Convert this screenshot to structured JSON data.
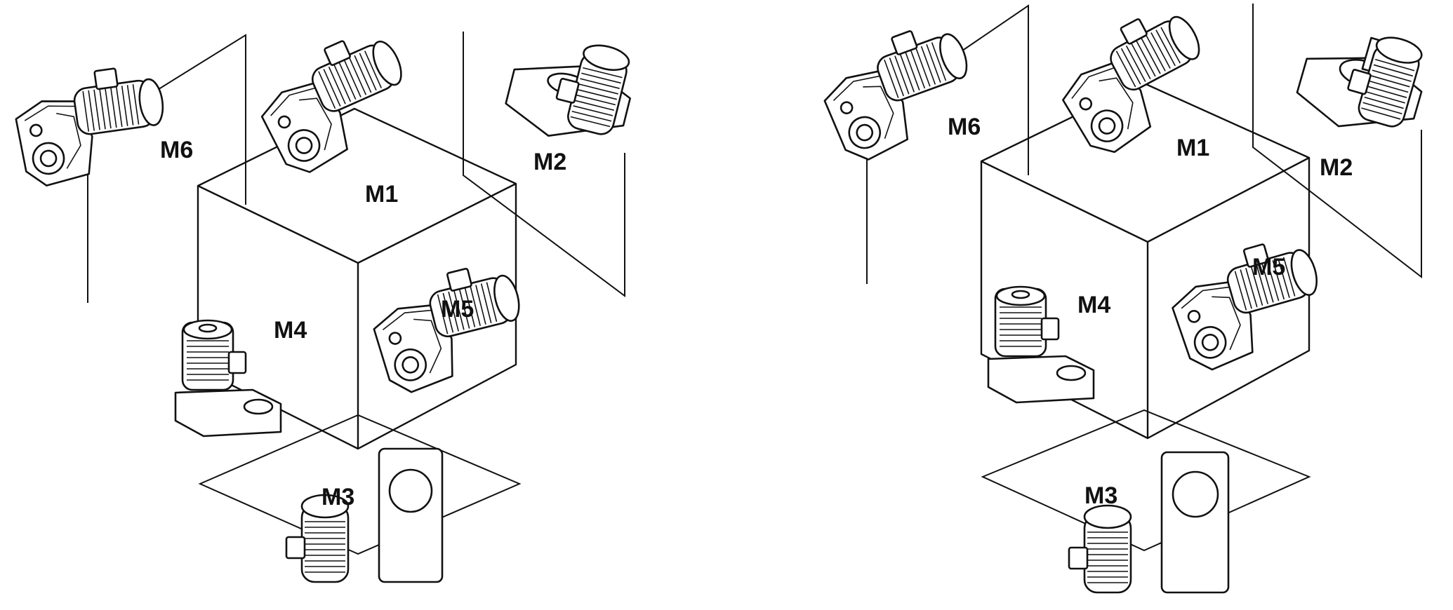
{
  "diagrams": [
    {
      "id": "left",
      "labels": {
        "m1": "M1",
        "m2": "M2",
        "m3": "M3",
        "m4": "M4",
        "m5": "M5",
        "m6": "M6"
      }
    },
    {
      "id": "right",
      "labels": {
        "m1": "M1",
        "m2": "M2",
        "m3": "M3",
        "m4": "M4",
        "m5": "M5",
        "m6": "M6"
      }
    }
  ],
  "colors": {
    "line": "#111111",
    "background": "#ffffff"
  }
}
